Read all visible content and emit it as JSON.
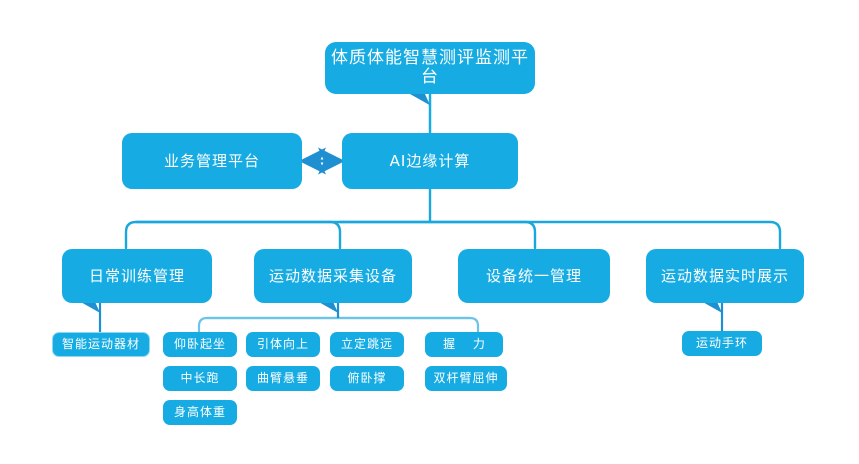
{
  "diagram": {
    "title_node": {
      "label": "体质体能智慧测评监测平台"
    },
    "level2": [
      {
        "id": "biz",
        "label": "业务管理平台"
      },
      {
        "id": "ai",
        "label": "AI边缘计算"
      }
    ],
    "level3": [
      {
        "id": "daily",
        "label": "日常训练管理"
      },
      {
        "id": "collect",
        "label": "运动数据采集设备"
      },
      {
        "id": "devmgmt",
        "label": "设备统一管理"
      },
      {
        "id": "realtime",
        "label": "运动数据实时展示"
      }
    ],
    "leaves": {
      "daily": [
        {
          "label": "智能运动器材",
          "style": "outlined"
        }
      ],
      "collect_row1": [
        {
          "label": "仰卧起坐"
        },
        {
          "label": "引体向上"
        },
        {
          "label": "立定跳远"
        },
        {
          "label": "握 力",
          "wide": true
        }
      ],
      "collect_row2": [
        {
          "label": "中长跑"
        },
        {
          "label": "曲臂悬垂"
        },
        {
          "label": "俯卧撑"
        },
        {
          "label": "双杆臂屈伸"
        }
      ],
      "collect_row3": [
        {
          "label": "身高体重"
        }
      ],
      "realtime": [
        {
          "label": "运动手环"
        }
      ]
    },
    "connectors": {
      "ai_to_title": "arrow-up",
      "biz_ai": "double-arrow-horizontal",
      "ai_to_level3": "bus-down-4",
      "equip_to_daily": "arrow-up",
      "exercises_to_collect": "bus-up",
      "band_to_realtime": "arrow-up"
    },
    "colors": {
      "node_fill": "#16ace3",
      "line": "#1aa7db",
      "arrow_dark": "#1e8fd0",
      "leaf_border": "#8fd8f2",
      "text": "#ffffff",
      "background": "#ffffff"
    }
  }
}
